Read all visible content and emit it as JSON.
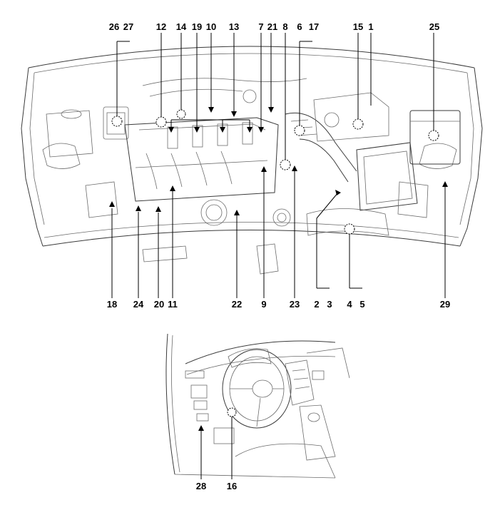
{
  "callouts": {
    "c1": "1",
    "c2": "2",
    "c3": "3",
    "c4": "4",
    "c5": "5",
    "c6": "6",
    "c7": "7",
    "c8": "8",
    "c9": "9",
    "c10": "10",
    "c11": "11",
    "c12": "12",
    "c13": "13",
    "c14": "14",
    "c15": "15",
    "c16": "16",
    "c17": "17",
    "c18": "18",
    "c19": "19",
    "c20": "20",
    "c21": "21",
    "c22": "22",
    "c23": "23",
    "c24": "24",
    "c25": "25",
    "c26": "26",
    "c27": "27",
    "c28": "28",
    "c29": "29"
  },
  "colors": {
    "line": "#000000",
    "sketch": "#6b6b6b",
    "background": "#ffffff"
  }
}
